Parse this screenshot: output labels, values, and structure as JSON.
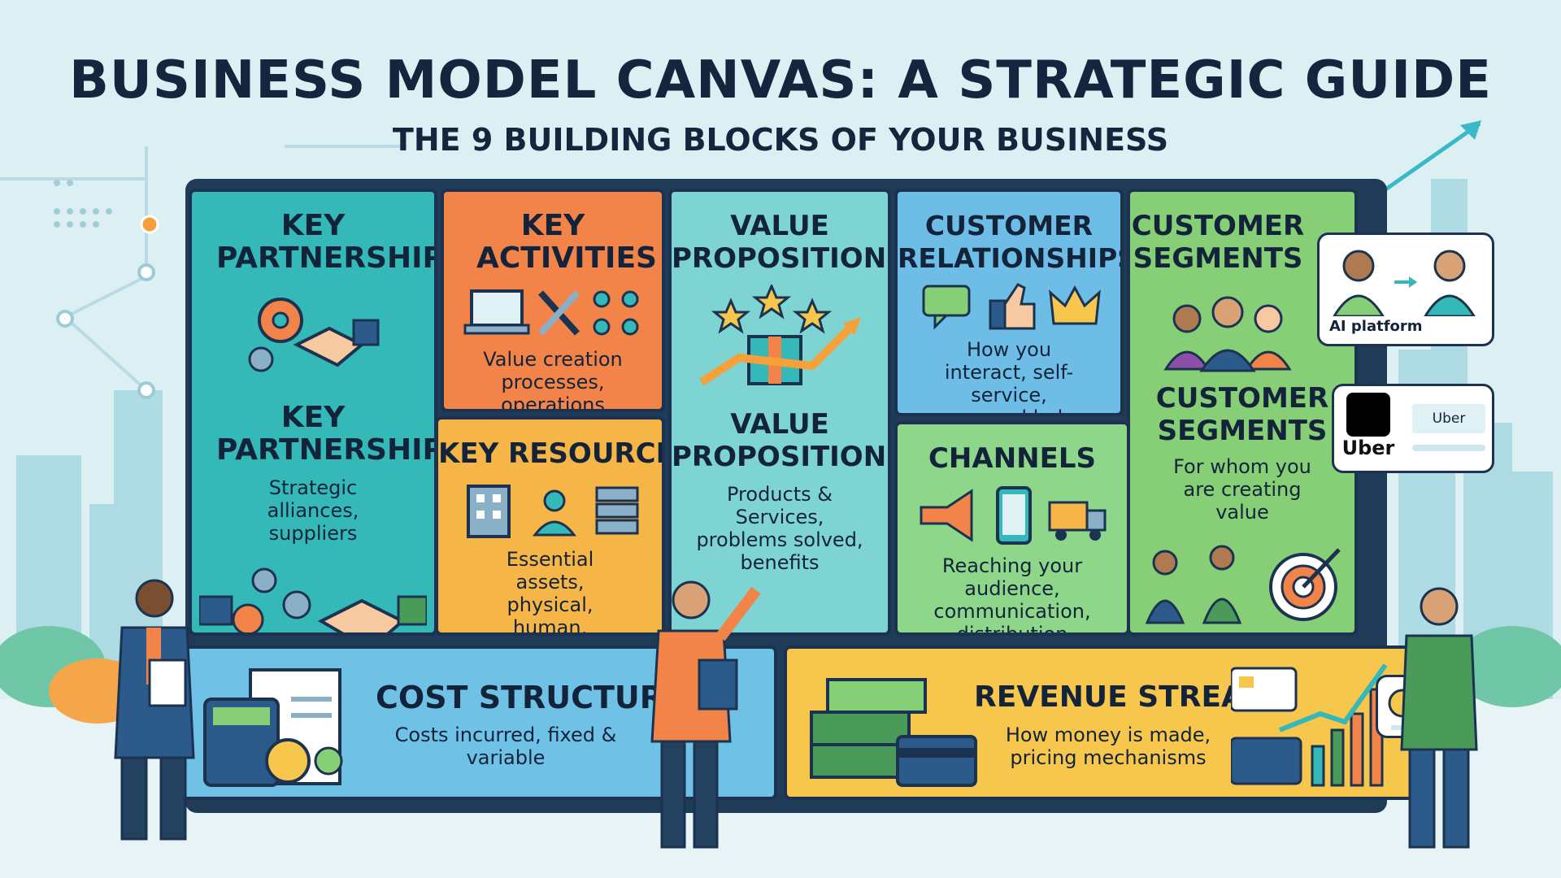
{
  "header": {
    "title": "BUSINESS MODEL CANVAS: A STRATEGIC GUIDE",
    "subtitle": "THE 9 BUILDING BLOCKS OF YOUR BUSINESS"
  },
  "blocks": {
    "key_partnerships": {
      "heading_top": "KEY PARTNERSHIPS",
      "heading": "KEY PARTNERSHIPS",
      "description": "Strategic alliances, suppliers"
    },
    "key_activities": {
      "heading": "KEY ACTIVITIES",
      "description": "Value creation processes, operations"
    },
    "key_resources": {
      "heading": "KEY RESOURCES",
      "description": "Essential assets, physical, human, intellectual"
    },
    "value_propositions": {
      "heading_top": "VALUE PROPOSITIONS",
      "heading": "VALUE PROPOSITIONS",
      "description": "Products & Services, problems solved, benefits"
    },
    "customer_relationships": {
      "heading": "CUSTOMER RELATIONSHIPS",
      "description": "How you interact, self-service, personal help"
    },
    "channels": {
      "heading": "CHANNELS",
      "description": "Reaching your audience, communication, distribution"
    },
    "customer_segments": {
      "heading_top": "CUSTOMER SEGMENTS",
      "heading": "CUSTOMER SEGMENTS",
      "description": "For whom you are creating value"
    },
    "cost_structure": {
      "heading": "COST STRUCTURE",
      "description": "Costs incurred, fixed & variable"
    },
    "revenue_streams": {
      "heading": "REVENUE STREAMS",
      "description": "How money is made, pricing mechanisms"
    }
  },
  "cards": {
    "ai_platform": "AI platform",
    "uber_logo": "Uber",
    "uber_label": "Uber"
  },
  "colors": {
    "navy": "#1b3350",
    "teal": "#35b8b8",
    "orange": "#f2844a",
    "yellow": "#f6b647",
    "mint": "#7ed3d3",
    "blue": "#6ebde6",
    "green": "#86cf77",
    "gold": "#f7c64c"
  }
}
